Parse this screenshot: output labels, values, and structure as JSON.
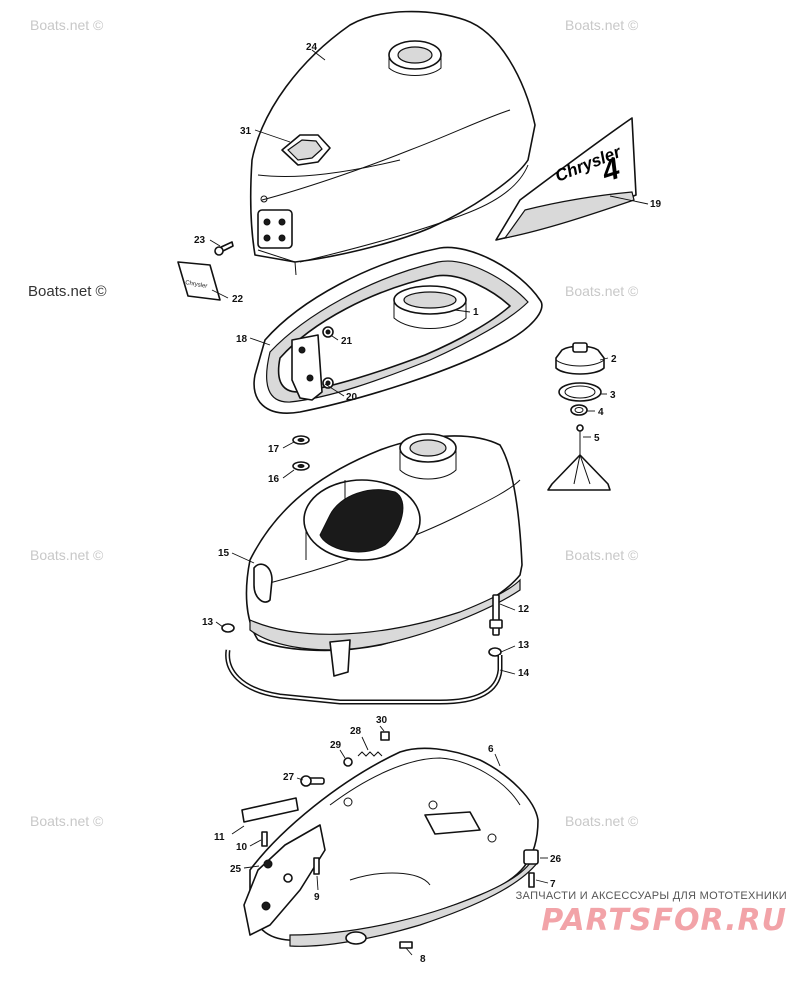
{
  "watermark": "Boats.net ©",
  "decal_brand": "Chrysler",
  "decal_model": "4",
  "label_brand": "Chrysler",
  "banner": {
    "caption": "ЗАПЧАСТИ И АКСЕССУАРЫ ДЛЯ МОТОТЕХНИКИ",
    "logo": "PARTSFOR.RU"
  },
  "callouts": {
    "c1": "1",
    "c2": "2",
    "c3": "3",
    "c4": "4",
    "c5": "5",
    "c6": "6",
    "c7": "7",
    "c8": "8",
    "c9": "9",
    "c10": "10",
    "c11": "11",
    "c12": "12",
    "c13a": "13",
    "c13b": "13",
    "c14": "14",
    "c15": "15",
    "c16": "16",
    "c17": "17",
    "c18": "18",
    "c19": "19",
    "c20": "20",
    "c21": "21",
    "c22": "22",
    "c23": "23",
    "c24": "24",
    "c25": "25",
    "c26": "26",
    "c27": "27",
    "c28": "28",
    "c29": "29",
    "c30": "30",
    "c31": "31"
  }
}
